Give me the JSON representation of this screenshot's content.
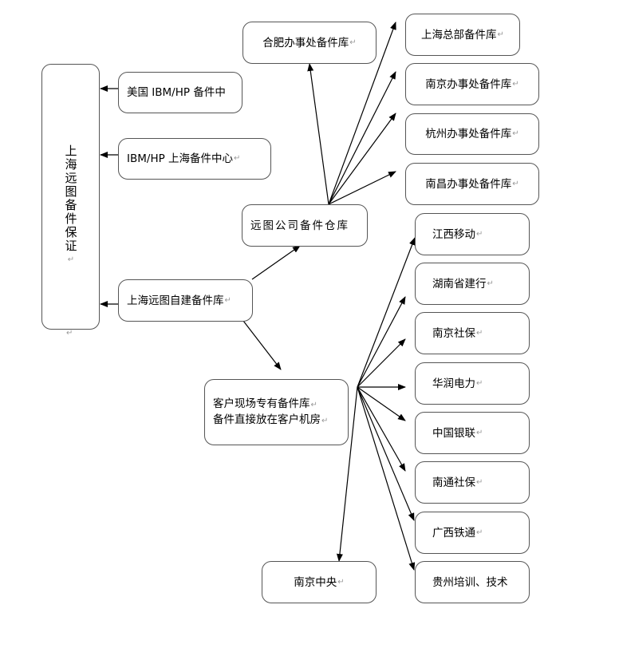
{
  "diagram": {
    "root": {
      "label": "上海远图备件保证"
    },
    "sources": [
      {
        "id": "us",
        "label": "美国 IBM/HP 备件中",
        "mark": ""
      },
      {
        "id": "sh",
        "label": "IBM/HP 上海备件中心",
        "mark": "↵"
      },
      {
        "id": "self",
        "label": "上海远图自建备件库",
        "mark": "↵"
      }
    ],
    "warehouse": {
      "label": "远图公司备件仓库",
      "mark": ""
    },
    "offices": [
      {
        "id": "hefei",
        "label": "合肥办事处备件库",
        "mark": "↵"
      },
      {
        "id": "shhq",
        "label": "上海总部备件库",
        "mark": "↵"
      },
      {
        "id": "nanjing",
        "label": "南京办事处备件库",
        "mark": "↵"
      },
      {
        "id": "hangzhou",
        "label": "杭州办事处备件库",
        "mark": "↵"
      },
      {
        "id": "nanchang",
        "label": "南昌办事处备件库",
        "mark": "↵"
      }
    ],
    "onsite": {
      "lines": [
        "客户现场专有备件库",
        "备件直接放在客户机房"
      ],
      "mark": "↵"
    },
    "customers": [
      {
        "id": "jx",
        "label": "江西移动",
        "mark": "↵"
      },
      {
        "id": "hn",
        "label": "湖南省建行",
        "mark": "↵"
      },
      {
        "id": "njsb",
        "label": "南京社保",
        "mark": "↵"
      },
      {
        "id": "hr",
        "label": "华润电力",
        "mark": "↵"
      },
      {
        "id": "yl",
        "label": "中国银联",
        "mark": "↵"
      },
      {
        "id": "nt",
        "label": "南通社保",
        "mark": "↵"
      },
      {
        "id": "gx",
        "label": "广西铁通",
        "mark": "↵"
      },
      {
        "id": "gz",
        "label": "贵州培训、技术",
        "mark": ""
      },
      {
        "id": "njzy",
        "label": "南京中央",
        "mark": "↵"
      }
    ],
    "stray_marks": {
      "root_para": "↵",
      "root_inner": "↵"
    }
  }
}
